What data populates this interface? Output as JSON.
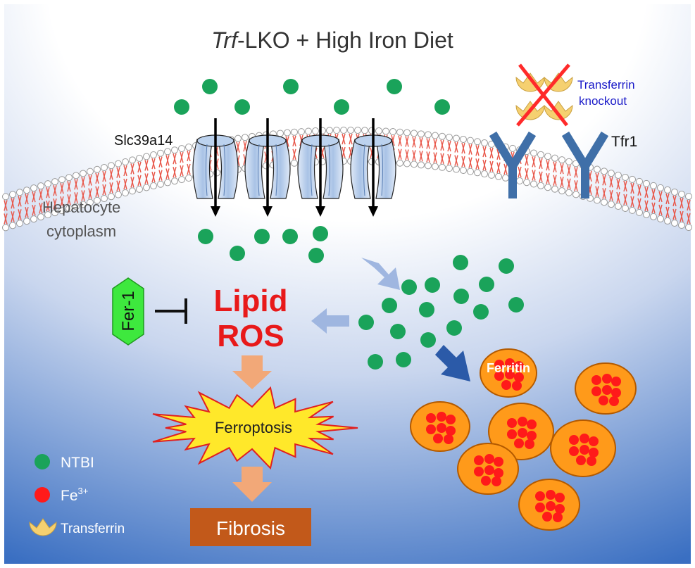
{
  "title": {
    "italic": "Trf",
    "rest": "-LKO + High Iron Diet"
  },
  "labels": {
    "slc": "Slc39a14",
    "tfr1": "Tfr1",
    "transferrin_knockout_1": "Transferrin",
    "transferrin_knockout_2": "knockout",
    "hepatocyte_1": "Hepatocyte",
    "hepatocyte_2": "cytoplasm",
    "fer1": "Fer-1",
    "lipid": "Lipid",
    "ros": "ROS",
    "ferroptosis": "Ferroptosis",
    "fibrosis": "Fibrosis",
    "ferritin": "Ferritin"
  },
  "legend": {
    "ntbi": "NTBI",
    "fe_base": "Fe",
    "fe_sup": "3+",
    "transferrin": "Transferrin"
  },
  "colors": {
    "ntbi": "#1aa35a",
    "fe3": "#ff1a1a",
    "ferritin": "#ff9a1a",
    "ferritin_stroke": "#b35a00",
    "transferrin": "#f5d070",
    "lipid_ros": "#e8191a",
    "fer1": "#3ee83e",
    "fibrosis_box": "#c2591a",
    "arrow_orange": "#f2a878",
    "arrow_light_blue": "#9fb6e0",
    "arrow_dark_blue": "#2b5aa8",
    "receptor": "#3f6fa8",
    "knockout_x": "#ff2a2a",
    "knockout_text": "#1a1ac8",
    "background_top": "#ffffff",
    "background_bottom": "#3a6fc2"
  },
  "icons": [
    "transferrin-icon",
    "ntbi-dot-icon",
    "fe3-dot-icon",
    "ferritin-icon",
    "receptor-icon",
    "channel-icon",
    "inhibition-icon",
    "explosion-icon"
  ]
}
